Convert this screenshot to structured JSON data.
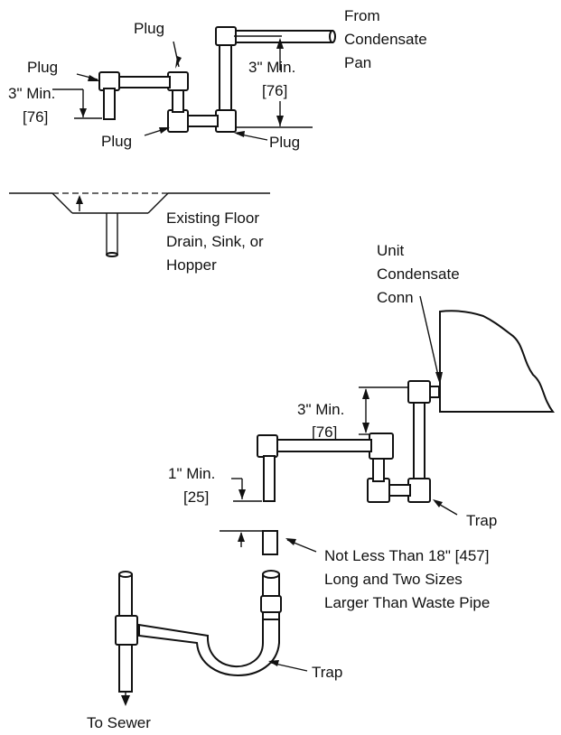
{
  "top_diagram": {
    "plug_top": "Plug",
    "plug_left": "Plug",
    "plug_bottom_left": "Plug",
    "plug_bottom_right": "Plug",
    "from_pan": [
      "From",
      "Condensate",
      "Pan"
    ],
    "dim_left": [
      "3\" Min.",
      "[76]"
    ],
    "dim_right": [
      "3\" Min.",
      "[76]"
    ],
    "floor_drain": [
      "Existing Floor",
      "Drain, Sink, or",
      "Hopper"
    ]
  },
  "bottom_diagram": {
    "unit_conn": [
      "Unit",
      "Condensate",
      "Conn"
    ],
    "dim_3in": [
      "3\" Min.",
      "[76]"
    ],
    "dim_1in": [
      "1\" Min.",
      "[25]"
    ],
    "trap_upper": "Trap",
    "pipe_note": [
      "Not Less Than 18\" [457]",
      "Long and Two Sizes",
      "Larger Than Waste Pipe"
    ],
    "trap_lower": "Trap",
    "to_sewer": "To Sewer"
  }
}
